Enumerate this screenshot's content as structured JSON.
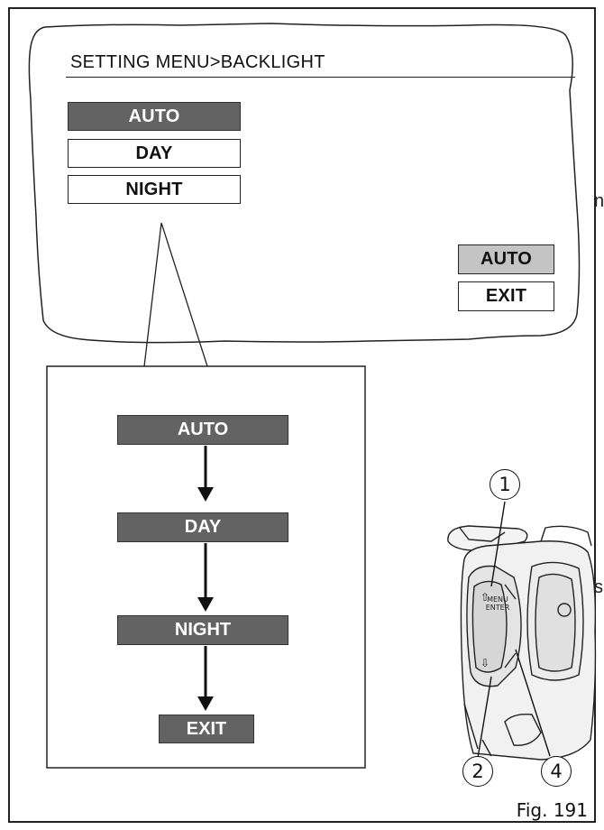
{
  "screen": {
    "title": "SETTING MENU>BACKLIGHT",
    "menu_items": [
      "AUTO",
      "DAY",
      "NIGHT"
    ],
    "selected_index": 0,
    "status_value": "AUTO",
    "exit_label": "EXIT"
  },
  "flow": {
    "steps": [
      "AUTO",
      "DAY",
      "NIGHT",
      "EXIT"
    ]
  },
  "controls": {
    "menu_enter_label": "MENU ENTER",
    "up_label": "⇧",
    "down_label": "⇩",
    "callouts": [
      "1",
      "2",
      "4"
    ]
  },
  "edge_text": {
    "left_top": "n",
    "left_bottom": "s"
  },
  "figure_label": "Fig. 191"
}
